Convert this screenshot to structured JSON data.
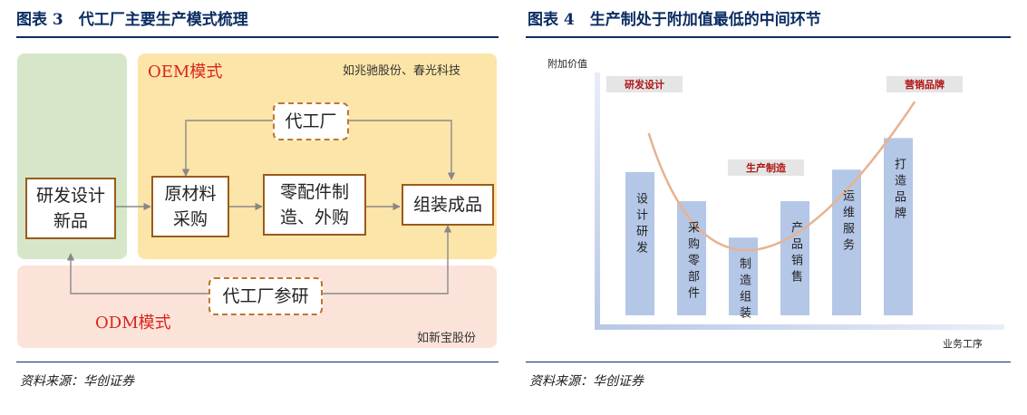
{
  "left": {
    "title": "图表 3　代工厂主要生产模式梳理",
    "source": "资料来源：华创证券",
    "oem_label": "OEM模式",
    "oem_note": "如兆驰股份、春光科技",
    "odm_label": "ODM模式",
    "odm_note": "如新宝股份",
    "boxes": {
      "rnd": "研发设计\n新品",
      "raw": "原材料\n采购",
      "parts": "零配件制\n造、外购",
      "assembly": "组装成品",
      "oem_factory": "代工厂",
      "odm_factory": "代工厂参研"
    },
    "colors": {
      "green_region": "#d6e7c9",
      "oem_region": "#fce5a8",
      "odm_region": "#fbe3d9",
      "box_border": "#9b5a1a",
      "dashed_border": "#c0762d",
      "label_red": "#d9231b"
    }
  },
  "right": {
    "title": "图表 4　生产制处于附加值最低的中间环节",
    "source": "资料来源：华创证券",
    "y_axis_label": "附加价值",
    "x_axis_label": "业务工序",
    "tags": {
      "rnd": "研发设计",
      "production": "生产制造",
      "marketing": "营销品牌"
    },
    "chart_data": {
      "type": "bar",
      "categories": [
        "设计研发",
        "采购零部件",
        "制造组装",
        "产品销售",
        "运维服务",
        "打造品牌"
      ],
      "values": [
        59,
        47,
        32,
        47,
        60,
        73
      ],
      "ylim": [
        0,
        100
      ],
      "grid": false,
      "bar_color": "#b4c7e7",
      "curve_color": "#e8b28f",
      "curve": [
        [
          0.45,
          75
        ],
        [
          2.5,
          27
        ],
        [
          5.6,
          88
        ]
      ]
    }
  }
}
